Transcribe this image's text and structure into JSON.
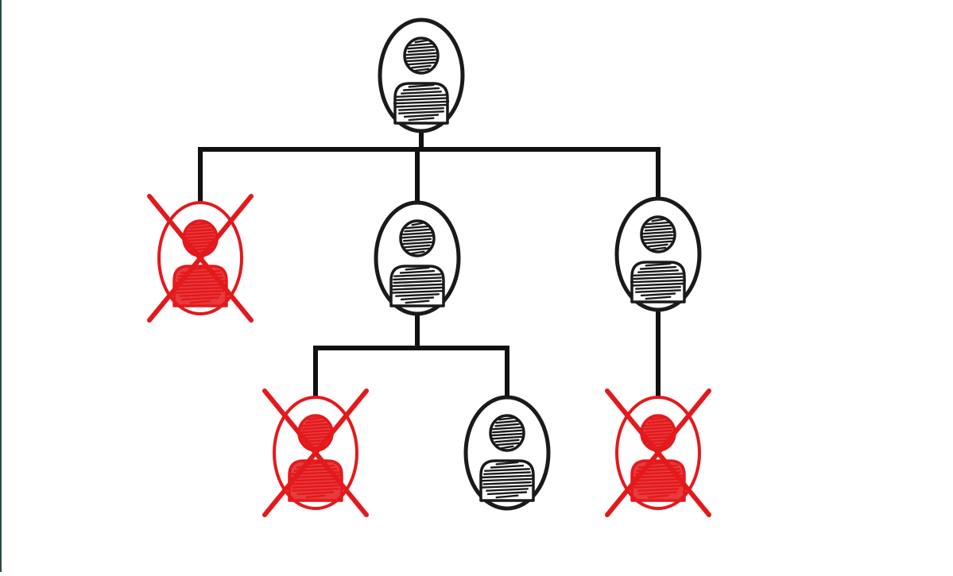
{
  "colors": {
    "background": "#ffffff",
    "line": "#111111",
    "ink": "#1a1a1a",
    "removed": "#e3191c",
    "left_edge": "#2b4a4a"
  },
  "icons": {
    "person": "person-icon",
    "remove_mark": "x-cross-icon"
  },
  "tree": {
    "root": {
      "status": "active",
      "children": [
        {
          "status": "removed",
          "children": []
        },
        {
          "status": "active",
          "children": [
            {
              "status": "removed",
              "children": []
            },
            {
              "status": "active",
              "children": []
            }
          ]
        },
        {
          "status": "active",
          "children": [
            {
              "status": "removed",
              "children": []
            }
          ]
        }
      ]
    }
  }
}
